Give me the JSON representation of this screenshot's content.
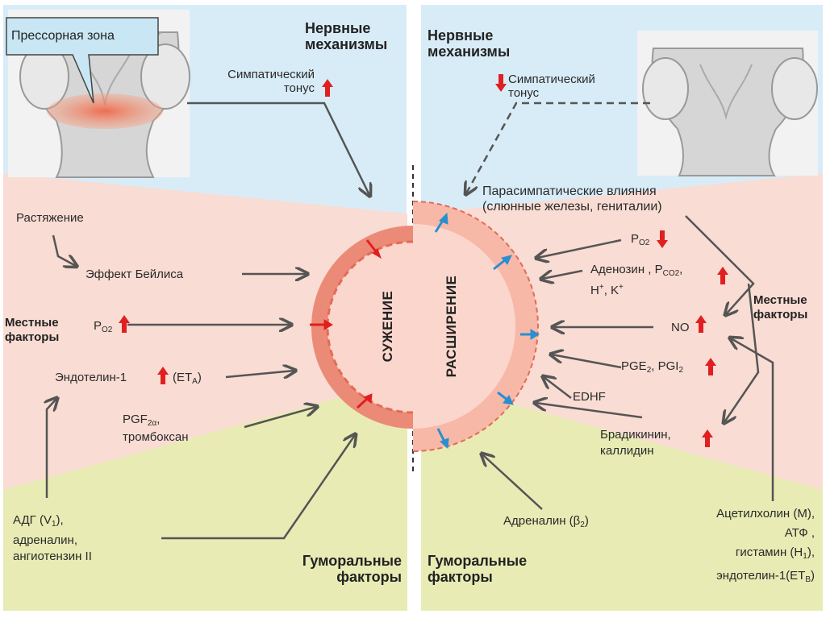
{
  "left": {
    "pressor_label": "Прессорная зона",
    "nervous_title_1": "Нервные",
    "nervous_title_2": "механизмы",
    "sympathetic_1": "Симпатический",
    "sympathetic_2": "тонус",
    "stretch": "Растяжение",
    "bayliss": "Эффект Бейлиса",
    "local_1": "Местные",
    "local_2": "факторы",
    "po2": "P",
    "po2_sub": "O2",
    "endothelin": "Эндотелин-1",
    "endothelin_receptor": "(ET",
    "endothelin_receptor_sub": "A",
    "endothelin_receptor_end": ")",
    "pgf": "PGF",
    "pgf_sub": "2α",
    "pgf_comma": ",",
    "thromboxane": "тромбоксан",
    "adh": "АДГ  (V",
    "adh_sub": "1",
    "adh_end": "),",
    "adrenaline": "адреналин,",
    "angiotensin": "ангиотензин II",
    "humoral_1": "Гуморальные",
    "humoral_2": "факторы",
    "vessel_label": "СУЖЕНИЕ"
  },
  "right": {
    "nervous_title_1": "Нервные",
    "nervous_title_2": "механизмы",
    "sympathetic_1": "Симпатический",
    "sympathetic_2": "тонус",
    "parasympathetic_1": "Парасимпатические влияния",
    "parasympathetic_2": "(слюнные железы, гениталии)",
    "po2": "P",
    "po2_sub": "O2",
    "adenosine": "Аденозин , P",
    "adenosine_sub": "CO2",
    "adenosine_end": ",",
    "ions_h": "H",
    "ions_sep": ", K",
    "ions_plus": "+",
    "no": "NO",
    "pge": "PGE",
    "pge_sub": "2",
    "pgi": ", PGI",
    "pgi_sub": "2",
    "edhf": "EDHF",
    "bradykinin": "Брадикинин,",
    "kallidin": "каллидин",
    "local_1": "Местные",
    "local_2": "факторы",
    "adrenaline": "Адреналин (β",
    "adrenaline_sub": "2",
    "adrenaline_end": ")",
    "acetylcholine": "Ацетилхолин (M),",
    "atp": "АТФ ,",
    "histamine": "гистамин (H",
    "histamine_sub": "1",
    "histamine_end": "),",
    "endothelin": "эндотелин-1(ET",
    "endothelin_sub": "B",
    "endothelin_end": ")",
    "humoral_1": "Гуморальные",
    "humoral_2": "факторы",
    "vessel_label": "РАСШИРЕНИЕ"
  },
  "colors": {
    "nervous_zone": "#d8ecf8",
    "local_zone": "#f9dcd3",
    "humoral_zone": "#e8ecb4",
    "vessel_outer": "#ec8a78",
    "vessel_inner": "#fbd6cc",
    "up_arrow": "#e02020",
    "blue_arrow": "#2a8fd0",
    "gray_arrow": "#555555"
  }
}
